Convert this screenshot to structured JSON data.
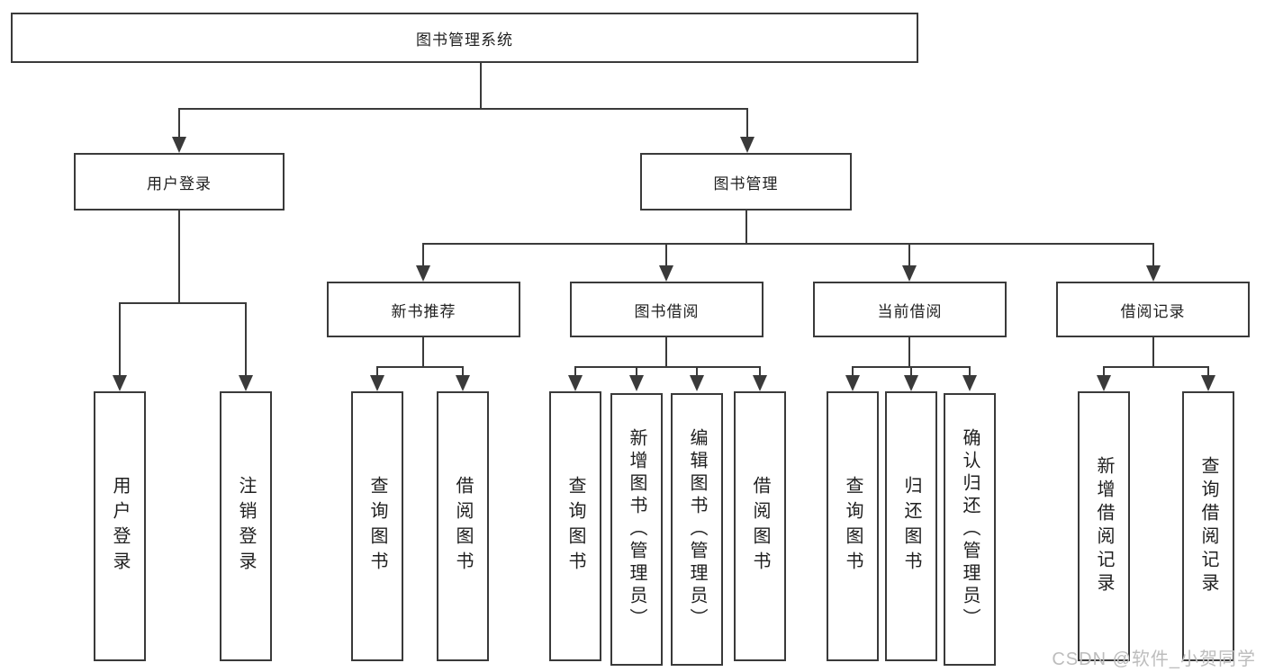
{
  "tree": {
    "label": "图书管理系统",
    "children": [
      {
        "label": "用户登录",
        "children": [
          {
            "label": "用户登录"
          },
          {
            "label": "注销登录"
          }
        ]
      },
      {
        "label": "图书管理",
        "children": [
          {
            "label": "新书推荐",
            "children": [
              {
                "label": "查询图书"
              },
              {
                "label": "借阅图书"
              }
            ]
          },
          {
            "label": "图书借阅",
            "children": [
              {
                "label": "查询图书"
              },
              {
                "label": "新增图书（管理员）"
              },
              {
                "label": "编辑图书（管理员）"
              },
              {
                "label": "借阅图书"
              }
            ]
          },
          {
            "label": "当前借阅",
            "children": [
              {
                "label": "查询图书"
              },
              {
                "label": "归还图书"
              },
              {
                "label": "确认归还（管理员）"
              }
            ]
          },
          {
            "label": "借阅记录",
            "children": [
              {
                "label": "新增借阅记录"
              },
              {
                "label": "查询借阅记录"
              }
            ]
          }
        ]
      }
    ]
  },
  "watermark": {
    "text": "CSDN @软件_小贺同学"
  },
  "colors": {
    "line": "#3a3a3a",
    "text": "#1f1f1f",
    "background": "#ffffff",
    "watermark": "#bdbdbd"
  }
}
